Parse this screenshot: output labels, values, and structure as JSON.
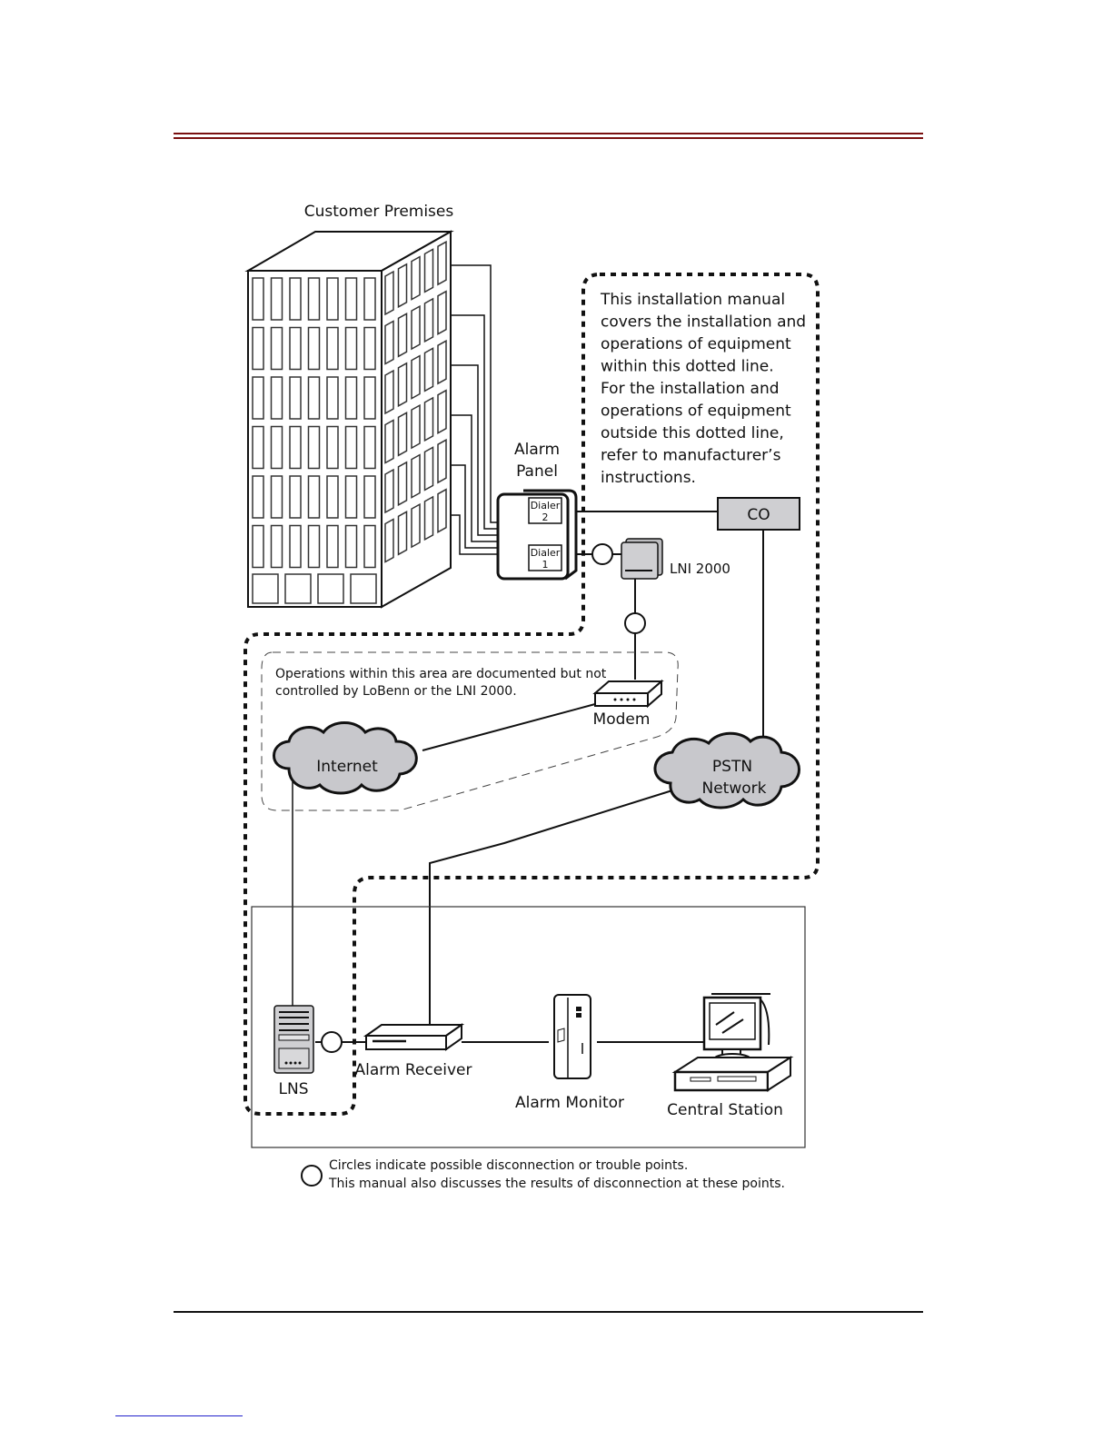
{
  "page": {
    "header_rule_color": "#7a1010",
    "footer_rule_color": "#111111",
    "footer_link_color": "#2222cc"
  },
  "diagram": {
    "title": "Customer Premises",
    "boundary_note": [
      "This installation manual",
      "covers the installation and",
      "operations of equipment",
      "within this dotted line.",
      "For the installation and",
      "operations of equipment",
      "outside this dotted line,",
      "refer to manufacturer’s",
      "instructions."
    ],
    "area_note": [
      "Operations within this area are documented but not",
      "controlled by  LoBenn or the LNI 2000."
    ],
    "nodes": {
      "alarm_panel": [
        "Alarm",
        "Panel"
      ],
      "dialer_2": [
        "Dialer",
        "2"
      ],
      "dialer_1": [
        "Dialer",
        "1"
      ],
      "co": "CO",
      "lni": "LNI 2000",
      "modem": "Modem",
      "internet": "Internet",
      "pstn": [
        "PSTN",
        "Network"
      ],
      "lns": "LNS",
      "alarm_receiver": "Alarm Receiver",
      "alarm_monitor": "Alarm Monitor",
      "central_station": "Central Station"
    },
    "legend": [
      "Circles indicate possible disconnection or trouble points.",
      "This manual also discusses the results of disconnection at these points."
    ],
    "colors": {
      "cloud_fill": "#c8c8cc",
      "device_fill": "#cfcfd2"
    }
  }
}
